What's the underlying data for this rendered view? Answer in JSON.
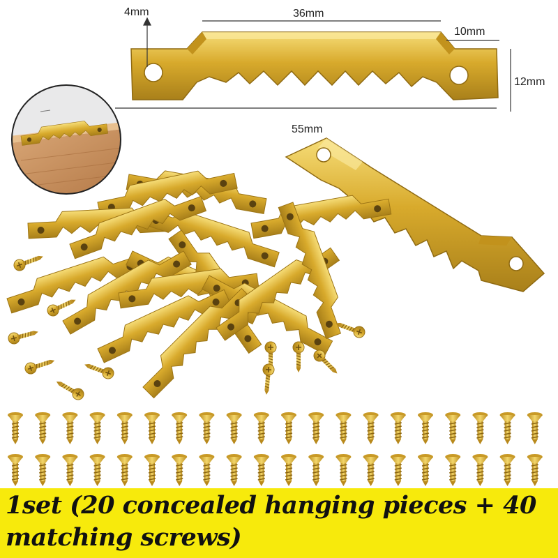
{
  "product": {
    "dimensions": {
      "hole": "4mm",
      "teeth_length": "36mm",
      "end_width": "10mm",
      "height": "12mm",
      "total_length": "55mm"
    },
    "banner": {
      "text": "1set (20 concealed hanging pieces + 40 matching screws)",
      "color": "#f7ea0c"
    },
    "colors": {
      "brass": "#d8aa2c",
      "brass_light": "#f6dd78",
      "brass_dark": "#9c7414"
    },
    "screw_rows": [
      20,
      20
    ]
  }
}
